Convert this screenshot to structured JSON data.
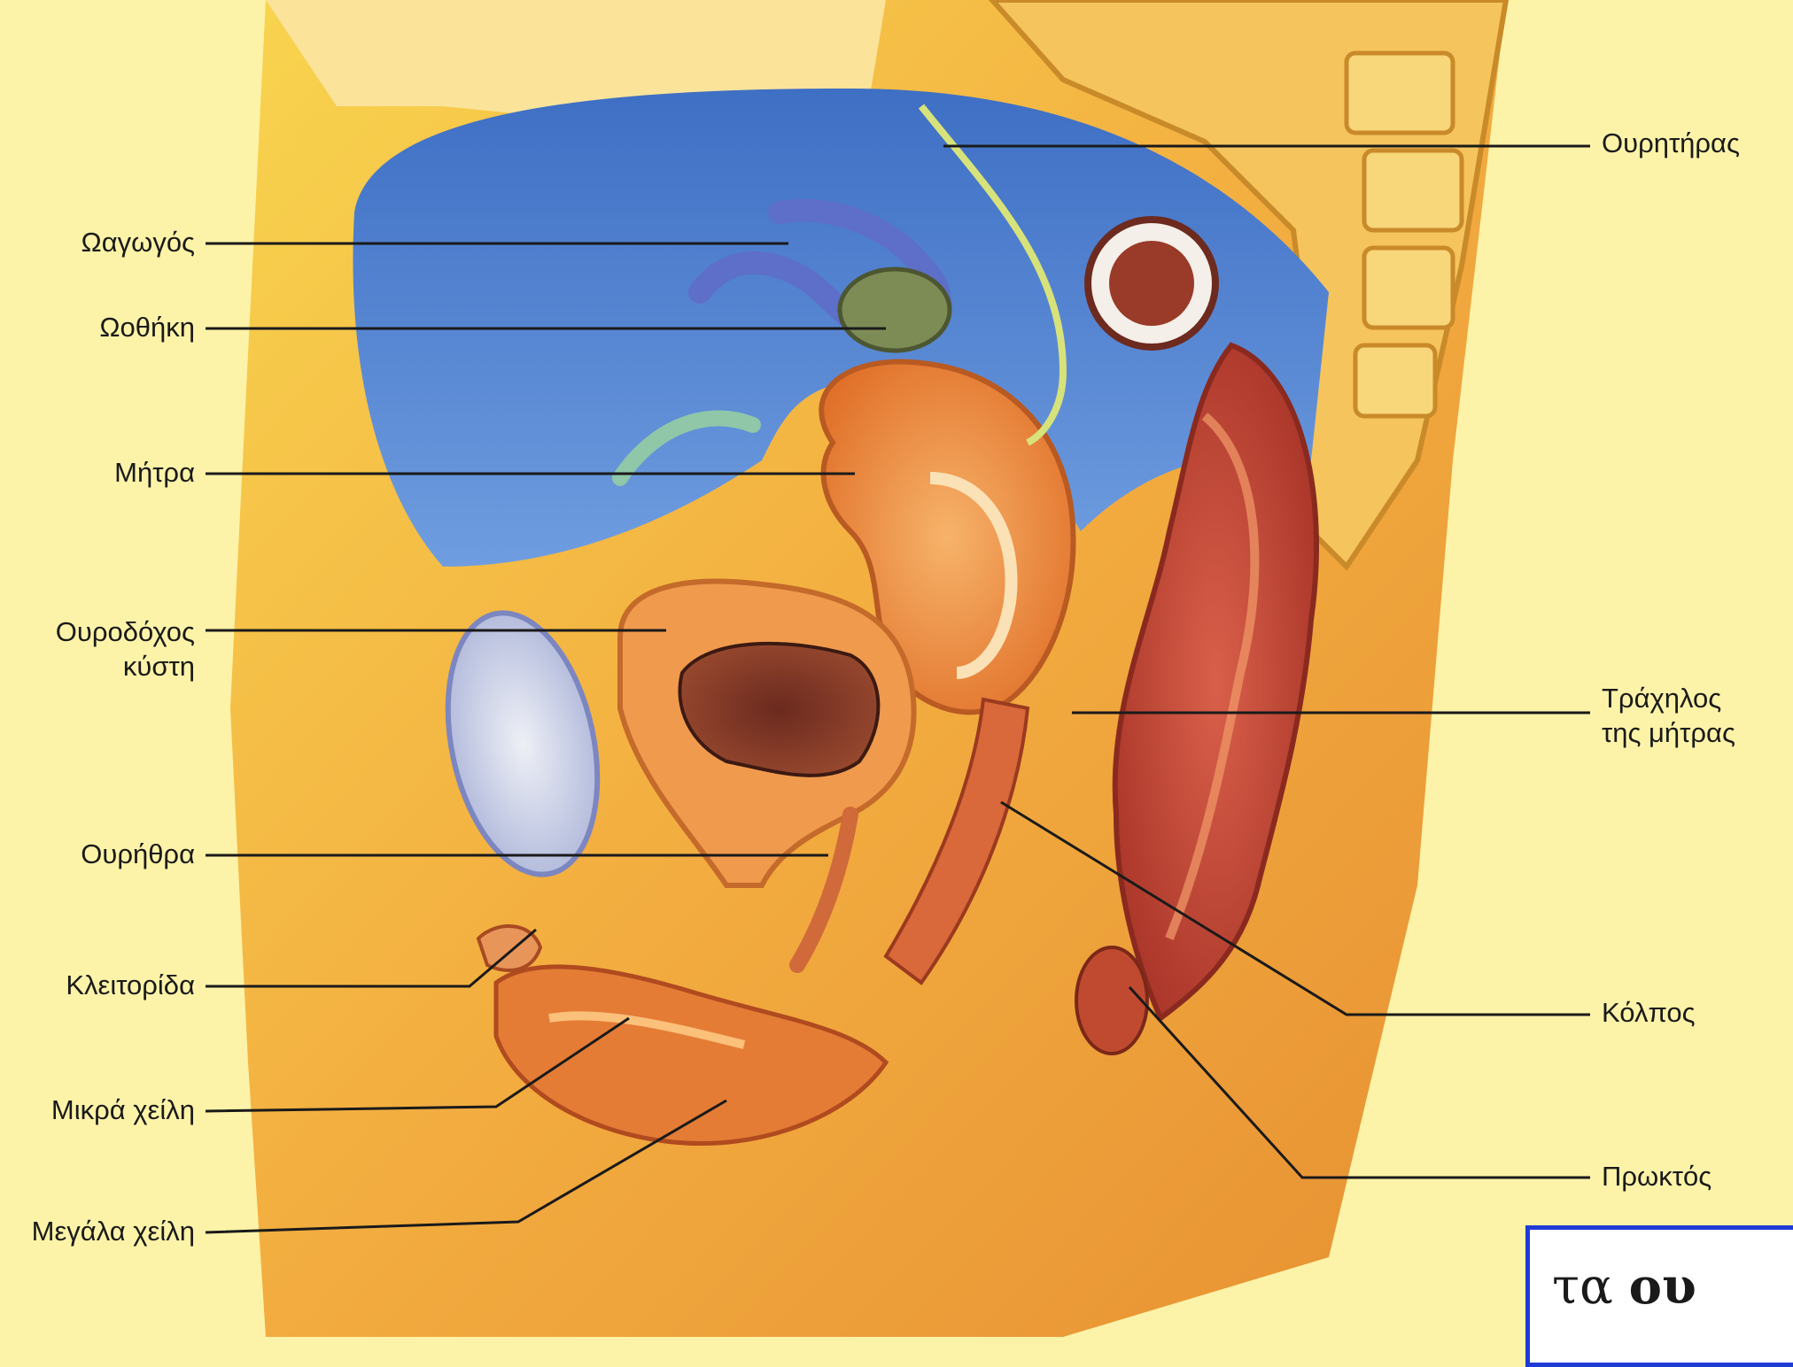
{
  "labels": {
    "ureter": "Ουρητήρας",
    "fallopian_tube": "Ωαγωγός",
    "ovary": "Ωοθήκη",
    "uterus": "Μήτρα",
    "bladder_line1": "Ουροδόχος",
    "bladder_line2": "κύστη",
    "cervix_line1": "Τράχηλος",
    "cervix_line2": "της μήτρας",
    "urethra": "Ουρήθρα",
    "clitoris": "Κλειτορίδα",
    "vagina": "Κόλπος",
    "labia_minora": "Μικρά χείλη",
    "labia_majora": "Μεγάλα χείλη",
    "anus": "Πρωκτός"
  },
  "caption": {
    "text_plain": "τα ",
    "text_bold": "ου"
  },
  "colors": {
    "background": "#fdf3a8",
    "caption_border": "#1f3bd6",
    "leader_line": "#1a1a1a"
  }
}
